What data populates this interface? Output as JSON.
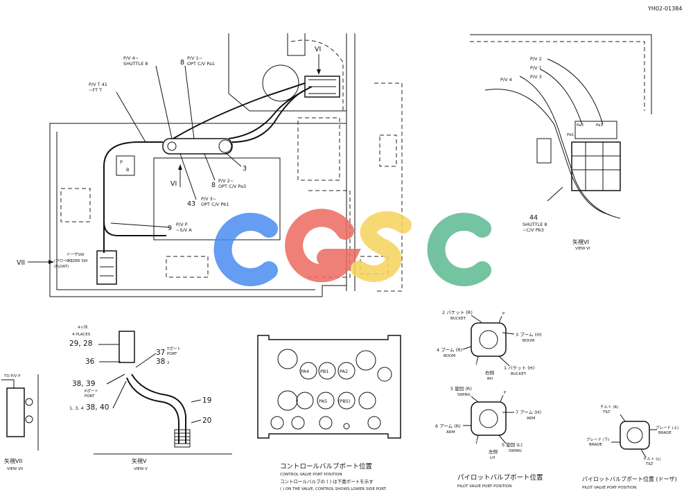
{
  "doc_id": "YH02-01384",
  "watermark": {
    "letters": [
      "C",
      "G",
      "S",
      "C"
    ],
    "colors": [
      "#4a8cf0",
      "#ec6b60",
      "#f6d35c",
      "#5cb891"
    ]
  },
  "main_view": {
    "labels": {
      "pv4": "P/V 4~",
      "shuttle": "SHUTTLE 8",
      "num8a": "8",
      "pv1a": "P/V 1~",
      "pv1b": "OPT C/V Pa1",
      "pvt": "P/V T 41",
      "pvt2": "~FT T",
      "pv2a": "P/V 2~",
      "pv2b": "OPT C/V Pa3",
      "num8b": "8",
      "num3": "3",
      "pv3a": "P/V 3~",
      "pv3b": "OPT C/V Pb1",
      "num43": "43",
      "pvp_a": "P/V P",
      "pvp_b": "~S/V A",
      "num9": "9",
      "view_vi": "VI",
      "view_vi_b": "VI",
      "arrow_vii": "VII",
      "dozer1": "ドーザSW",
      "dozer2": "(フロート)",
      "dozer3": "DOZER SW",
      "dozer4": "(FLOAT)",
      "box_p": "P",
      "box_b": "B"
    }
  },
  "view_vi_panel": {
    "pv2": "P/V 2",
    "pv1": "P/V 1",
    "pv3": "P/V 3",
    "pv4": "P/V 4",
    "pa3": "Pa3",
    "pb1": "Pb1",
    "pa1": "Pa1",
    "num44": "44",
    "shuttle": "SHUTTLE 8",
    "shuttle2": "~C/V Pb3",
    "caption_jp": "矢視VI",
    "caption_en": "VIEW VI"
  },
  "left_small": {
    "pvp": "TO P/V P",
    "caption_jp": "矢視VII",
    "caption_en": "VIEW VII"
  },
  "view_v": {
    "places_top": "4ヶ所",
    "places_en": "4 PLACES",
    "num2928": "29, 28",
    "num37": "37",
    "tport_jp": "Tポート",
    "tport_en": "PORT",
    "num36": "36",
    "num38a": "38",
    "num2": "2",
    "num3839": "38, 39",
    "pport_jp": "Pポート",
    "pport_en": "PORT",
    "num134": "1, 3, 4",
    "num3840": "38, 40",
    "num19": "19",
    "num20": "20",
    "caption_jp": "矢視V",
    "caption_en": "VIEW V"
  },
  "control_valve": {
    "pa4": "PA4",
    "pb1": "PB1",
    "pa2": "PA2",
    "pa5": "PA5",
    "pb5": "(PB5)",
    "title_jp": "コントロールバルブポート位置",
    "title_en": "CONTROL VALVE PORT POSITION",
    "note_jp": "コントロールバルブの ( ) は下面ポートを示す",
    "note_en": "( ) ON THE VALVE, CONTROL SHOWS LOWER SIDE PORT."
  },
  "pilot_upper": {
    "l2": "2 バケット (R)",
    "l2en": "BUCKET",
    "l3": "3 ブーム (H)",
    "l3en": "BOOM",
    "l4": "4 ブーム (R)",
    "l4en": "BOOM",
    "l1": "1 バケット (H)",
    "l1en": "BUCKET",
    "rh_jp": "右側",
    "rh_en": "RH",
    "p": "P",
    "t": "T"
  },
  "pilot_lower": {
    "l5": "5 旋回 (R)",
    "l5en": "SWING",
    "l7": "7 アーム (H)",
    "l7en": "ARM",
    "l6": "6 アーム (R)",
    "l6en": "ARM",
    "l8": "5 旋回 (L)",
    "l8en": "SWING",
    "lh_jp": "左側",
    "lh_en": "LH",
    "p": "P",
    "t": "T",
    "title_jp": "パイロットバルブポート位置",
    "title_en": "PILOT VALVE PORT POSITION"
  },
  "pilot_blade": {
    "tilt_r": "チルト (R)",
    "tilt_r_en": "TILT",
    "blade_up": "ブレード (上)",
    "blade_up_en": "BRADE",
    "blade_down": "ブレード (下)",
    "blade_down_en": "BRADE",
    "tilt_l": "チルト (L)",
    "tilt_l_en": "TILT",
    "title_jp": "パイロットバルブポート位置 (ドーザ)",
    "title_en": "PILOT VALVE PORT POSITION."
  }
}
